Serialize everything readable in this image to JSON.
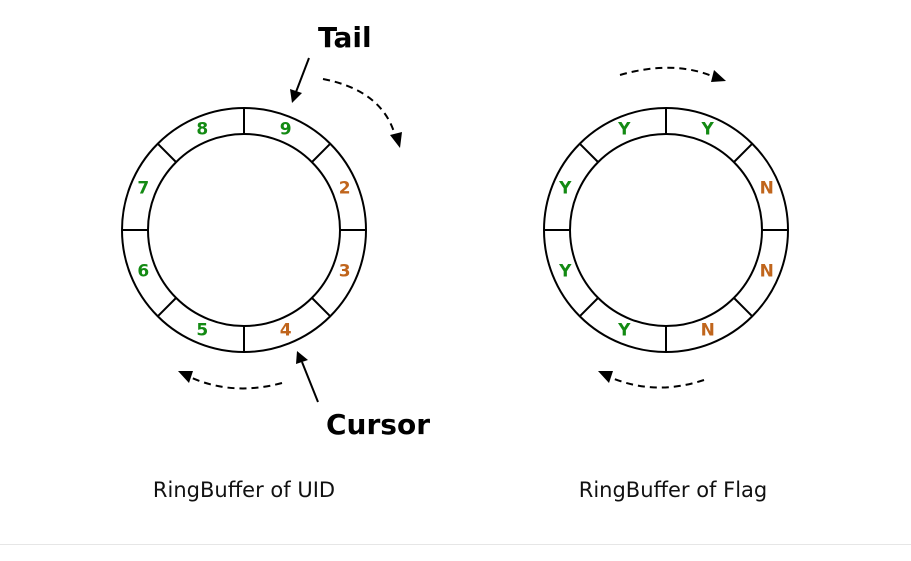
{
  "colors": {
    "green": "#138a13",
    "orange": "#c0651c",
    "line": "#000000"
  },
  "left_ring": {
    "caption": "RingBuffer of UID",
    "tail_label": "Tail",
    "cursor_label": "Cursor",
    "slots": [
      {
        "text": "9",
        "color": "green"
      },
      {
        "text": "2",
        "color": "orange"
      },
      {
        "text": "3",
        "color": "orange"
      },
      {
        "text": "4",
        "color": "orange"
      },
      {
        "text": "5",
        "color": "green"
      },
      {
        "text": "6",
        "color": "green"
      },
      {
        "text": "7",
        "color": "green"
      },
      {
        "text": "8",
        "color": "green"
      }
    ]
  },
  "right_ring": {
    "caption": "RingBuffer of Flag",
    "slots": [
      {
        "text": "Y",
        "color": "green"
      },
      {
        "text": "N",
        "color": "orange"
      },
      {
        "text": "N",
        "color": "orange"
      },
      {
        "text": "N",
        "color": "orange"
      },
      {
        "text": "Y",
        "color": "green"
      },
      {
        "text": "Y",
        "color": "green"
      },
      {
        "text": "Y",
        "color": "green"
      },
      {
        "text": "Y",
        "color": "green"
      }
    ]
  }
}
